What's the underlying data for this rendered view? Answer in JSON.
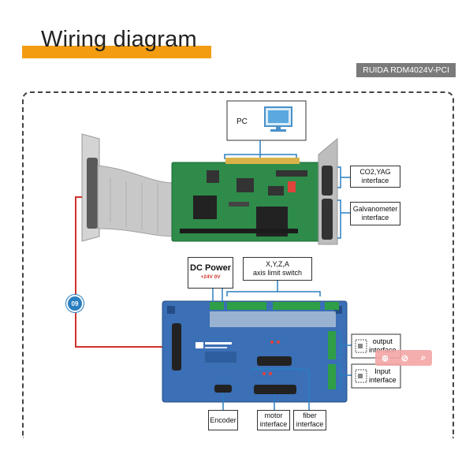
{
  "header": {
    "title": "Wiring diagram",
    "product_tag": "RUIDA RDM4024V-PCI"
  },
  "labels": {
    "pc": "PC",
    "co2_yag_line1": "CO2,YAG",
    "co2_yag_line2": "interface",
    "galvo_line1": "Galvanometer",
    "galvo_line2": "interface",
    "dc_power": "DC Power",
    "dc_power_voltage": "+24V 0V",
    "axis_line1": "X,Y,Z,A",
    "axis_line2": "axis limit switch",
    "output_line1": "output",
    "output_line2": "interface",
    "input_line1": "Input",
    "input_line2": "interface",
    "encoder": "Encoder",
    "motor_line1": "motor",
    "motor_line2": "interface",
    "fiber_line1": "fiber",
    "fiber_line2": "interface",
    "cable_badge": "09"
  },
  "colors": {
    "accent": "#f39c12",
    "connection_blue": "#2a7fc1",
    "cable_red": "#d0312d",
    "pcb_green": "#2e8b4a",
    "board_blue": "#3b6fb6"
  },
  "icons": {
    "pc": "monitor-icon",
    "zoom": [
      "zoom-in-icon",
      "zoom-reset-icon",
      "search-icon"
    ]
  }
}
